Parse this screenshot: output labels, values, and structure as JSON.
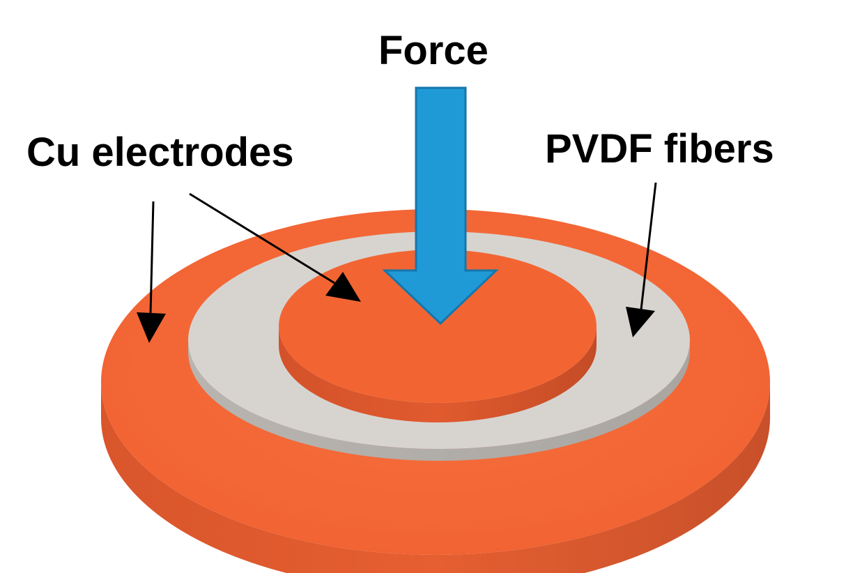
{
  "labels": {
    "force": "Force",
    "cu_electrodes": "Cu electrodes",
    "pvdf_fibers": "PVDF fibers"
  },
  "colors": {
    "copper_top": "#f26533",
    "copper_side": "#d4522a",
    "copper_side_light": "#e35a2c",
    "pvdf_top": "#d7d4d0",
    "pvdf_side": "#b5b2ad",
    "force_arrow": "#1f9ad6",
    "force_arrow_edge": "#1676ab",
    "pointer_arrows": "#000000",
    "background": "#ffffff"
  },
  "components": [
    {
      "name": "outer copper electrode ring",
      "material": "Cu"
    },
    {
      "name": "PVDF fiber ring",
      "material": "PVDF"
    },
    {
      "name": "inner copper electrode disk",
      "material": "Cu"
    }
  ]
}
